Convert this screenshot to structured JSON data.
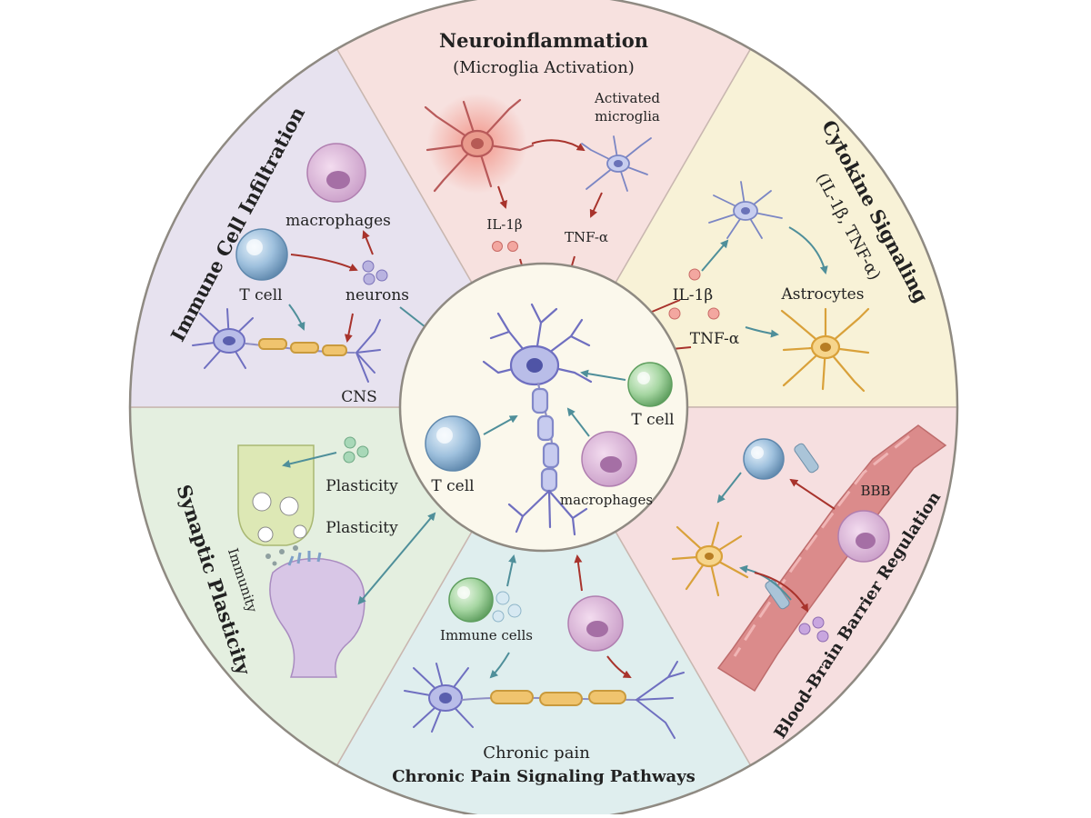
{
  "sectors": {
    "neuroinflammation": {
      "title": "Neuroinflammation",
      "subtitle": "(Microglia Activation)",
      "activated_microglia_line1": "Activated",
      "activated_microglia_line2": "microglia",
      "il1b": "IL-1β",
      "tnfa": "TNF-α"
    },
    "cytokine": {
      "title": "Cytokine Signaling",
      "subtitle": "(IL-1β, TNF-α)",
      "il1b": "IL-1β",
      "tnfa": "TNF-α",
      "astrocytes": "Astrocytes"
    },
    "bbb": {
      "title": "Blood-Brain Barrier Regulation",
      "bbb_label": "BBB"
    },
    "chronic_pain": {
      "title": "Chronic Pain Signaling Pathways",
      "chronic_pain": "Chronic pain",
      "immune_cells": "Immune cells"
    },
    "synaptic": {
      "title": "Synaptic Plasticity",
      "plasticity1": "Plasticity",
      "plasticity2": "Plasticity",
      "immunity": "Immunity"
    },
    "immune_infiltration": {
      "title": "Immune Cell Infiltration",
      "macrophages": "macrophages",
      "t_cell": "T cell",
      "neurons": "neurons",
      "cns": "CNS"
    }
  },
  "center": {
    "t_cell_left": "T cell",
    "t_cell_right": "T cell",
    "macrophages": "macrophages"
  },
  "colors": {
    "neuroinflammation_bg": "#f7e1df",
    "cytokine_bg": "#f8f2d7",
    "bbb_bg": "#f6dfe0",
    "chronic_pain_bg": "#dfeeee",
    "synaptic_bg": "#e4efe0",
    "immune_infiltration_bg": "#e7e2ef",
    "center_bg": "#fbf8ec",
    "neuron": "#6f6fc0",
    "tcell_blue": "#7fa9cc",
    "tcell_green": "#8cc58c",
    "macrophage": "#c99ac7",
    "astrocyte": "#e8b54a",
    "arrow_red": "#a8332c",
    "arrow_teal": "#4f8f9a"
  }
}
